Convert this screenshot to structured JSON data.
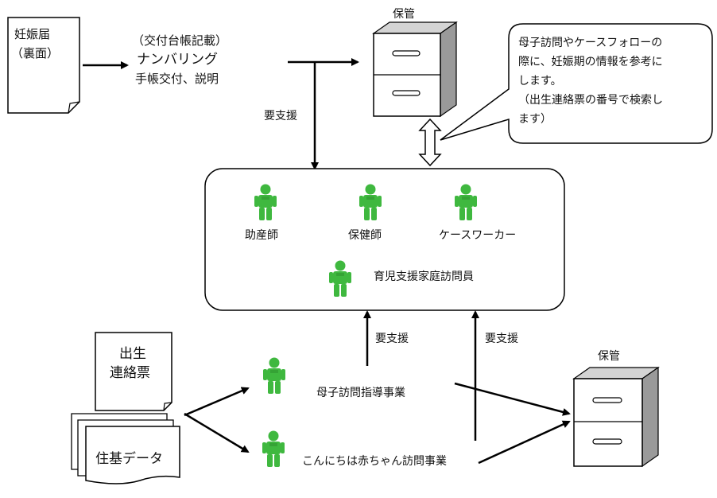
{
  "pregnancy_form": {
    "line1": "妊娠届",
    "line2": "（裏面）"
  },
  "registration": {
    "line1": "（交付台帳記載）",
    "line2": "ナンバリング",
    "line3": "手帳交付、説明"
  },
  "storage_top": {
    "label": "保管"
  },
  "storage_bottom": {
    "label": "保管"
  },
  "callout": {
    "lines": [
      "母子訪問やケースフォローの",
      "際に、妊娠期の情報を参考に",
      "します。",
      "（出生連絡票の番号で検索し",
      "ます）"
    ]
  },
  "support_labels": {
    "top": "要支援",
    "left_up": "要支援",
    "right_up": "要支援"
  },
  "staff": {
    "midwife": "助産師",
    "public_health_nurse": "保健師",
    "caseworker": "ケースワーカー",
    "home_visitor": "育児支援家庭訪問員"
  },
  "birth_notice": {
    "line1": "出生",
    "line2": "連絡票"
  },
  "resident_data": {
    "label": "住基データ"
  },
  "programs": {
    "maternal_visit": "母子訪問指導事業",
    "hello_baby_visit": "こんにちは赤ちゃん訪問事業"
  },
  "colors": {
    "person_green": "#3fb83f",
    "person_dark": "#2a8a2a",
    "cabinet_front": "#ffffff",
    "cabinet_side": "#9a9a9a",
    "cabinet_top": "#d4d4d4",
    "line": "#000000"
  }
}
